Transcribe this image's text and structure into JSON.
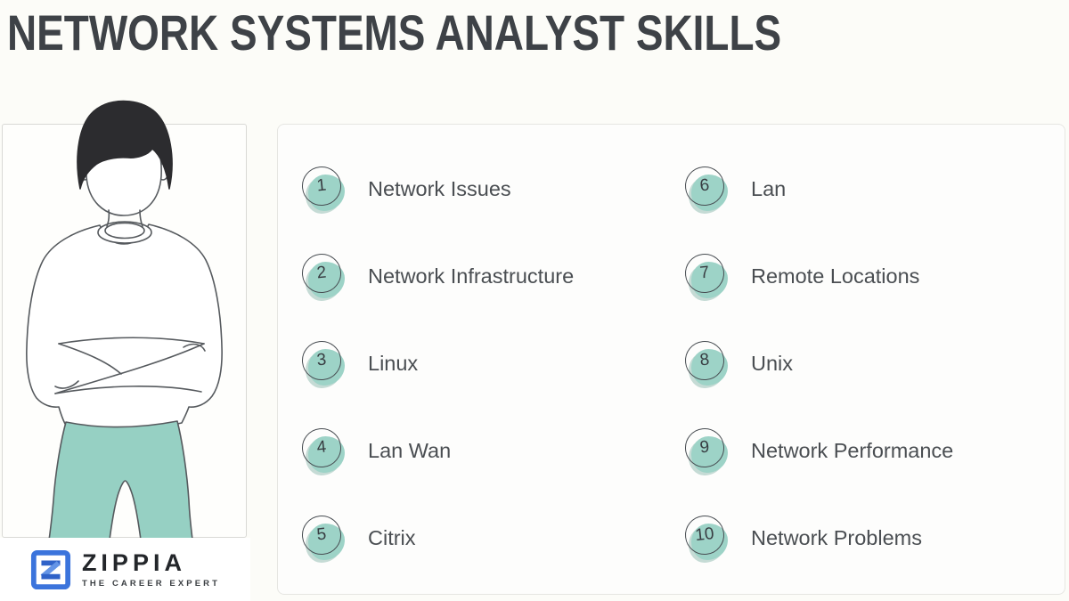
{
  "header": {
    "title": "NETWORK SYSTEMS ANALYST SKILLS"
  },
  "skills": {
    "left": [
      {
        "num": "1",
        "label": "Network Issues"
      },
      {
        "num": "2",
        "label": "Network Infrastructure"
      },
      {
        "num": "3",
        "label": "Linux"
      },
      {
        "num": "4",
        "label": "Lan Wan"
      },
      {
        "num": "5",
        "label": "Citrix"
      }
    ],
    "right": [
      {
        "num": "6",
        "label": "Lan"
      },
      {
        "num": "7",
        "label": "Remote Locations"
      },
      {
        "num": "8",
        "label": "Unix"
      },
      {
        "num": "9",
        "label": "Network Performance"
      },
      {
        "num": "10",
        "label": "Network Problems"
      }
    ]
  },
  "logo": {
    "brand": "ZIPPIA",
    "tagline": "THE CAREER EXPERT"
  },
  "colors": {
    "accent_teal": "#9dd3c7",
    "pants_teal": "#96d0c3",
    "outline_gray": "#565a5e",
    "hair_dark": "#2c2c2f",
    "title_color": "#3e4247",
    "logo_blue": "#3b74dc",
    "logo_blue_dark": "#2f62c8",
    "logo_blue_light": "#6494e6"
  }
}
